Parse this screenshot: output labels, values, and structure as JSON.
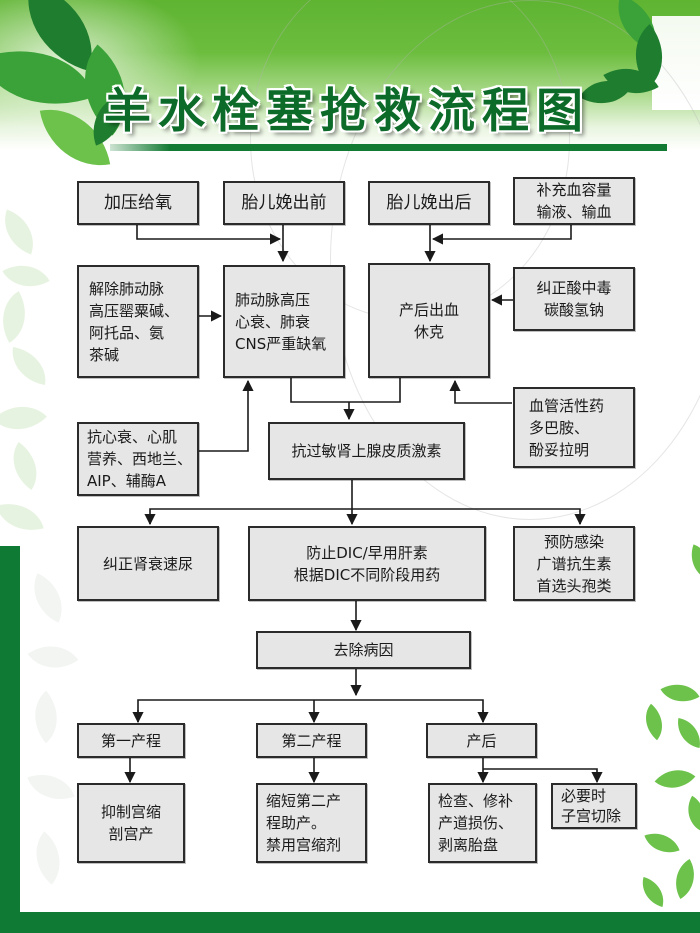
{
  "title": "羊水栓塞抢救流程图",
  "colors": {
    "brand_green": "#0f7a33",
    "header_green": "#5fb432",
    "leaf_green": "#6cc24a",
    "box_fill": "#e6e6e6",
    "box_border": "#2b2b2b"
  },
  "flowchart": {
    "row1": {
      "oxygen": [
        "加压给氧"
      ],
      "before_delivery": [
        "胎儿娩出前"
      ],
      "after_delivery": [
        "胎儿娩出后"
      ],
      "blood_volume": [
        "补充血容量",
        "输液、输血"
      ]
    },
    "row2": {
      "relieve_pah": [
        "解除肺动脉",
        "高压罂粟碱、",
        "阿托品、氨",
        "茶碱"
      ],
      "pah_symptoms": [
        "肺动脉高压",
        "心衰、肺衰",
        "CNS严重缺氧"
      ],
      "hemorrhage_shock": [
        "产后出血",
        "休克"
      ],
      "acidosis": [
        "纠正酸中毒",
        "碳酸氢钠"
      ]
    },
    "row3": {
      "anti_heart_failure": [
        "抗心衰、心肌",
        "营养、西地兰、",
        "AIP、辅酶A"
      ],
      "anti_allergy": [
        "抗过敏肾上腺皮质激素"
      ],
      "vasoactive": [
        "血管活性药",
        "多巴胺、",
        "酚妥拉明"
      ]
    },
    "row4": {
      "renal": [
        "纠正肾衰速尿"
      ],
      "dic": [
        "防止DIC/早用肝素",
        "根据DIC不同阶段用药"
      ],
      "infection": [
        "预防感染",
        "广谱抗生素",
        "首选头孢类"
      ]
    },
    "remove_cause": [
      "去除病因"
    ],
    "stages": {
      "first": [
        "第一产程"
      ],
      "second": [
        "第二产程"
      ],
      "postpartum": [
        "产后"
      ]
    },
    "actions": {
      "first": [
        "抑制宫缩",
        "剖宫产"
      ],
      "second": [
        "缩短第二产",
        "程助产。",
        "禁用宫缩剂"
      ],
      "postpartum_repair": [
        "检查、修补",
        "产道损伤、",
        "剥离胎盘"
      ],
      "hysterectomy": [
        "必要时",
        "子宫切除"
      ]
    }
  }
}
